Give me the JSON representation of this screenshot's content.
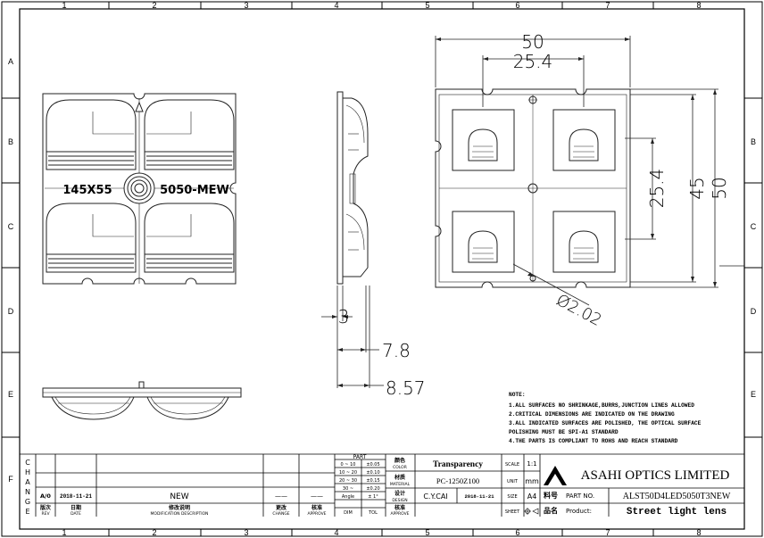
{
  "frame": {
    "col_labels": [
      "1",
      "2",
      "3",
      "4",
      "5",
      "6",
      "7",
      "8"
    ],
    "row_labels": [
      "A",
      "B",
      "C",
      "D",
      "E",
      "F"
    ]
  },
  "front_view": {
    "label_left": "145X55",
    "label_right": "5050-MEW"
  },
  "top_view_dims": {
    "width": "50",
    "pitch_x": "25.4",
    "pitch_y": "25.4",
    "inner_height": "45",
    "height": "50",
    "hole_dia": "Ø2.02"
  },
  "side_view_dims": {
    "base": "3",
    "mid": "7.8",
    "total": "8.57"
  },
  "notes": {
    "title": "NOTE:",
    "lines": [
      "1.ALL SURFACES NO SHRINKAGE,BURRS,JUNCTION LINES ALLOWED",
      "2.CRITICAL DIMENSIONS ARE INDICATED ON THE DRAWING",
      "3.ALL INDICATED SURFACES ARE POLISHED, THE OPTICAL SURFACE",
      "POLISHING MUST BE SPI-A1 STANDARD",
      "4.THE PARTS IS COMPLIANT TO ROHS AND REACH STANDARD"
    ]
  },
  "title_block": {
    "change_letters": [
      "C",
      "H",
      "A",
      "N",
      "G",
      "E"
    ],
    "rev": "A/0",
    "rev_date": "2018-11-21",
    "modification": "NEW",
    "rev_hdr_cn": "版次",
    "rev_hdr_en": "REV",
    "date_hdr_cn": "日期",
    "date_hdr_en": "DATE",
    "mod_hdr_cn": "修改说明",
    "mod_hdr_en": "MODIFICATION DESCRIPTION",
    "change_hdr_cn": "更改",
    "change_hdr_en": "CHANGE",
    "approve_hdr_cn": "核准",
    "approve_hdr_en": "APPROVE",
    "dash1": "——",
    "dash2": "——",
    "tol_title": "PART",
    "tol_rows": [
      {
        "range": "0 ~ 10",
        "tol": "±0.05"
      },
      {
        "range": "10 ~ 20",
        "tol": "±0.10"
      },
      {
        "range": "20 ~ 30",
        "tol": "±0.15"
      },
      {
        "range": "30 ~",
        "tol": "±0.20"
      },
      {
        "range": "Angle",
        "tol": "± 1°"
      }
    ],
    "dim_hdr": "DIM",
    "tol_hdr": "TOL",
    "color_cn": "颜色",
    "color_en": "COLOR",
    "material_cn": "材质",
    "material_en": "MATERIAL",
    "design_cn": "设计",
    "design_en": "DESIGN",
    "approve2_cn": "核准",
    "approve2_en": "APPROVE",
    "color_value": "Transparency",
    "material_value": "PC-1250Z100",
    "designer": "C.Y.CAI",
    "design_date": "2018-11-21",
    "scale_label": "SCALE",
    "scale_value": "1:1",
    "unit_label": "UNIT",
    "unit_value": "mm",
    "size_label": "SIZE",
    "size_value": "A4",
    "sheet_label": "SHEET",
    "company": "ASAHI OPTICS LIMITED",
    "partno_cn": "料号",
    "partno_en": "PART NO.",
    "part_no": "ALST50D4LED5050T3NEW",
    "product_cn": "品名",
    "product_en": "Product:",
    "product_value": "Street light lens"
  }
}
